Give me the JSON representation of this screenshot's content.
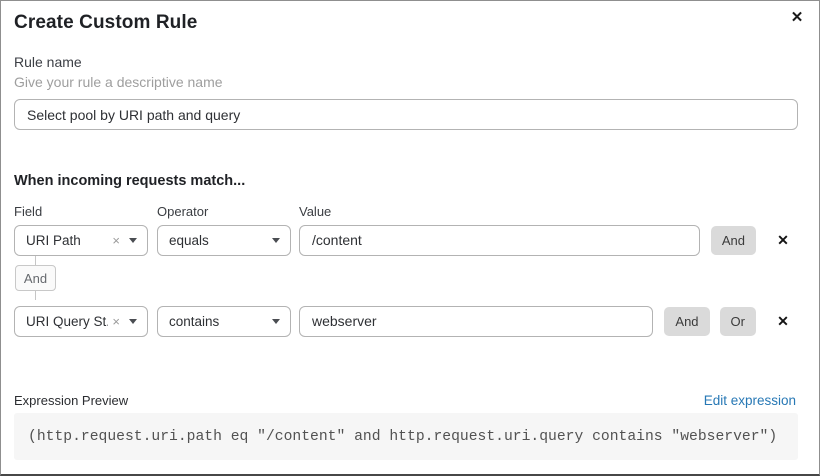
{
  "dialog": {
    "title": "Create Custom Rule"
  },
  "icons": {
    "close": "✕",
    "remove_row": "✕",
    "clear": "×"
  },
  "rule_name": {
    "label": "Rule name",
    "helper": "Give your rule a descriptive name",
    "value": "Select pool by URI path and query"
  },
  "match_section": {
    "heading": "When incoming requests match...",
    "columns": {
      "field": "Field",
      "operator": "Operator",
      "value": "Value"
    },
    "rows": [
      {
        "field": "URI Path",
        "operator": "equals",
        "value": "/content",
        "buttons": [
          "And"
        ]
      },
      {
        "field": "URI Query St...",
        "operator": "contains",
        "value": "webserver",
        "buttons": [
          "And",
          "Or"
        ]
      }
    ],
    "connector_label": "And"
  },
  "expression": {
    "label": "Expression Preview",
    "edit_link": "Edit expression",
    "code": "(http.request.uri.path eq \"/content\" and http.request.uri.query contains \"webserver\")"
  },
  "colors": {
    "link_blue": "#2778b5",
    "button_gray": "#dadada",
    "code_background": "#f6f6f6",
    "border_gray": "#b3b3b3"
  }
}
